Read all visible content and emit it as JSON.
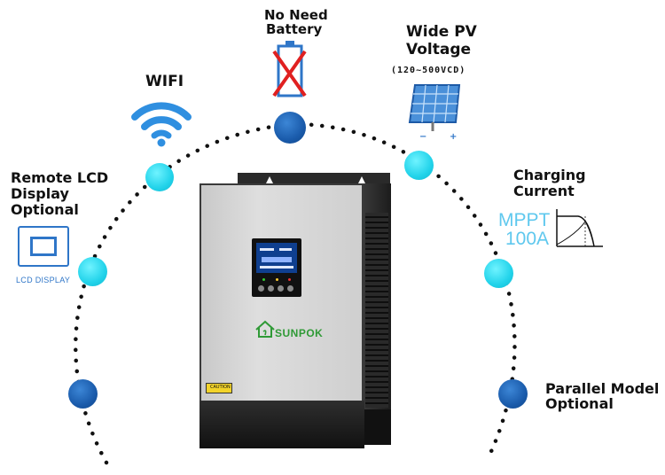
{
  "features": {
    "no_battery": {
      "line1": "No Need",
      "line2": "Battery"
    },
    "wifi": {
      "label": "WIFI"
    },
    "pv": {
      "line1": "Wide PV",
      "line2": "Voltage",
      "range": "(120~500VCD)",
      "minus": "−",
      "plus": "+"
    },
    "remote_lcd": {
      "line1": "Remote LCD",
      "line2": "Display",
      "line3": "Optional",
      "caption": "LCD DISPLAY"
    },
    "charging": {
      "line1": "Charging",
      "line2": "Current",
      "mppt": "MPPT",
      "amps": "100A"
    },
    "parallel": {
      "line1": "Parallel Model",
      "line2": "Optional"
    }
  },
  "product": {
    "brand": "SUNPOK",
    "warning_label": "CAUTION"
  },
  "colors": {
    "node_cyan": "#22d3ea",
    "node_blue": "#1a5bab",
    "accent_blue": "#2f76c8",
    "mppt_blue": "#5fc8ee",
    "brand_green": "#2f9a36"
  },
  "icons": [
    "crossed-battery-icon",
    "wifi-icon",
    "solar-panel-icon",
    "lcd-display-icon",
    "mppt-curve-icon"
  ]
}
